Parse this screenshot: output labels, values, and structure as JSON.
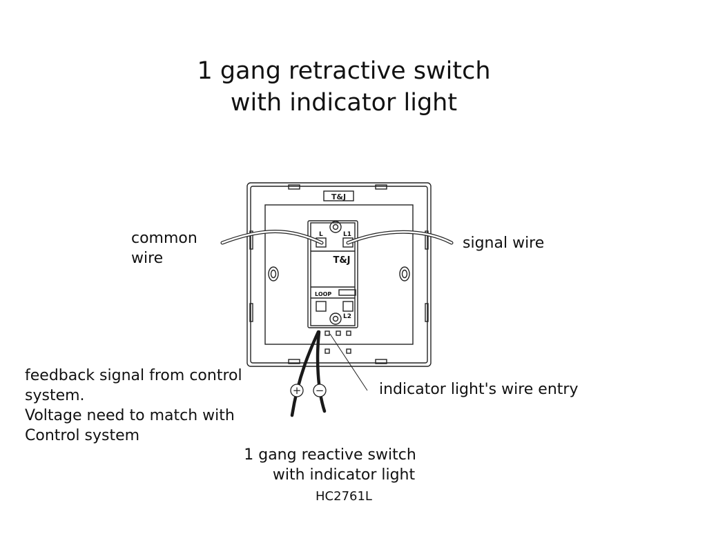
{
  "title": {
    "line1": "1 gang retractive switch",
    "line2": "with indicator light"
  },
  "labels": {
    "common_wire_line1": "common",
    "common_wire_line2": "wire",
    "signal_wire": "signal wire",
    "feedback_line1": "feedback signal from control",
    "feedback_line2": "system.",
    "feedback_line3": "Voltage need to match with",
    "feedback_line4": "Control system",
    "indicator_entry": "indicator light's wire entry"
  },
  "device": {
    "brand_plate": "T&J",
    "brand_module": "T&J",
    "terminal_l": "L",
    "terminal_l1": "L1",
    "terminal_loop": "LOOP",
    "terminal_l2": "L2",
    "polarity_plus": "+",
    "polarity_minus": "−"
  },
  "caption": {
    "line1": "1 gang reactive switch",
    "line2": "with indicator light",
    "model": "HC2761L"
  }
}
